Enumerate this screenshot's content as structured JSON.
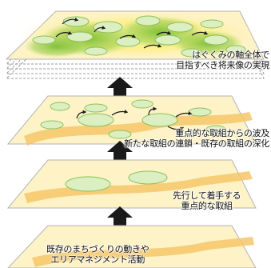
{
  "layers": [
    {
      "id": "top",
      "label_lines": [
        "はぐくみの軸全体で",
        "目指すべき将来像の実現"
      ]
    },
    {
      "id": "third",
      "label_lines": [
        "重点的な取組からの波及",
        "新たな取組の連鎖・既存の取組の深化"
      ]
    },
    {
      "id": "second",
      "label_lines": [
        "先行して着手する",
        "重点的な取組"
      ]
    },
    {
      "id": "base",
      "label_lines": [
        "既存のまちづくりの動きや",
        "エリアマネジメント活動"
      ]
    }
  ],
  "colors": {
    "plane_fill": "#fdf3c6",
    "plane_stroke": "#b3b3b3",
    "band": "#f6c56a",
    "ellipse_fill": "#dcefc3",
    "ellipse_stroke": "#8dbf5a",
    "green_glow": "#8cc63f",
    "arrow": "#1a1a1a",
    "dashes": "#9a9a9a"
  },
  "icons": [
    "up-arrow-icon",
    "curved-arrow-icon"
  ]
}
